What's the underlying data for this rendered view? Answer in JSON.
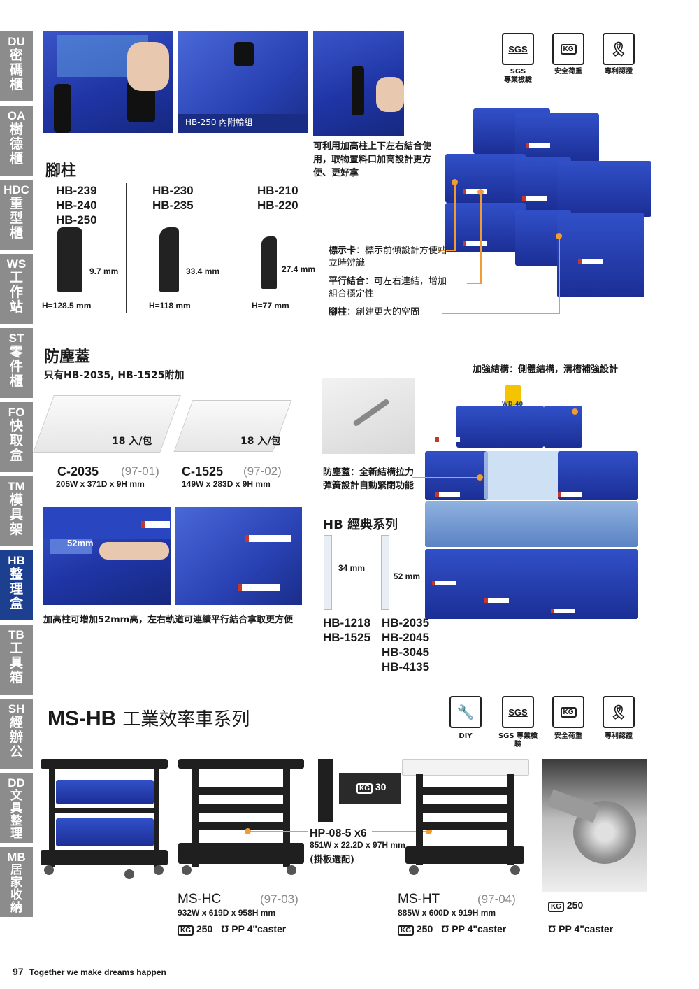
{
  "sidebar": [
    {
      "code": "DU",
      "name": "密碼櫃",
      "active": false
    },
    {
      "code": "OA",
      "name": "樹德櫃",
      "active": false
    },
    {
      "code": "HDC",
      "name": "重型櫃",
      "active": false
    },
    {
      "code": "WS",
      "name": "工作站",
      "active": false
    },
    {
      "code": "ST",
      "name": "零件櫃",
      "active": false
    },
    {
      "code": "FO",
      "name": "快取盒",
      "active": false
    },
    {
      "code": "TM",
      "name": "模具架",
      "active": false
    },
    {
      "code": "HB",
      "name": "整理盒",
      "active": true
    },
    {
      "code": "TB",
      "name": "工具箱",
      "active": false
    },
    {
      "code": "SH",
      "name": "經辦公",
      "active": false
    },
    {
      "code": "DD",
      "name": "文具整理",
      "active": false
    },
    {
      "code": "MB",
      "name": "居家收納",
      "active": false
    }
  ],
  "top": {
    "wheel_caption": "HB-250 內附輪組",
    "riser_text": "可利用加高柱上下左右結合使用，取物置料口加高設計更方便、更好拿",
    "certs": [
      {
        "icon": "SGS",
        "label_line1": "SGS",
        "label_line2": "專業檢驗"
      },
      {
        "icon": "KG",
        "label_line1": "安全荷重",
        "label_line2": ""
      },
      {
        "icon": "ribbon",
        "label_line1": "專利認證",
        "label_line2": ""
      }
    ]
  },
  "feet": {
    "title": "腳柱",
    "groups": [
      {
        "models": [
          "HB-239",
          "HB-240",
          "HB-250"
        ],
        "width": "9.7 mm",
        "height": "H=128.5 mm"
      },
      {
        "models": [
          "HB-230",
          "HB-235"
        ],
        "width": "33.4 mm",
        "height": "H=118 mm"
      },
      {
        "models": [
          "HB-210",
          "HB-220"
        ],
        "width": "27.4 mm",
        "height": "H=77 mm"
      }
    ]
  },
  "features": [
    {
      "term": "標示卡",
      "desc": "：標示前傾設計方便站立時辨識"
    },
    {
      "term": "平行結合",
      "desc": "：可左右連結，增加組合穩定性"
    },
    {
      "term": "腳柱",
      "desc": "：創建更大的空間"
    }
  ],
  "dust": {
    "title": "防塵蓋",
    "subtitle": "只有HB-2035, HB-1525附加",
    "items": [
      {
        "name": "C-2035",
        "code": "(97-01)",
        "dims": "205W x 371D x 9H mm",
        "pack": "18 入/包"
      },
      {
        "name": "C-1525",
        "code": "(97-02)",
        "dims": "149W x 283D x 9H mm",
        "pack": "18 入/包"
      }
    ],
    "spring_text": "防塵蓋：全新結構拉力彈簧設計自動緊閉功能",
    "riser_label": "52mm",
    "riser_desc": "加高柱可增加52mm高，左右軌道可連續平行結合拿取更方便",
    "strength": "加強結構：側體結構，溝槽補強設計",
    "wd_label": "WD-40"
  },
  "classic": {
    "title": "HB 經典系列",
    "dim_a": "34 mm",
    "dim_b": "52 mm",
    "col_a": [
      "HB-1218",
      "HB-1525"
    ],
    "col_b": [
      "HB-2035",
      "HB-2045",
      "HB-3045",
      "HB-4135"
    ]
  },
  "mshb": {
    "title_code": "MS-HB",
    "title_name": "工業效率車系列",
    "certs": [
      {
        "icon": "wrench",
        "label": "DIY"
      },
      {
        "icon": "SGS",
        "label": "SGS 專業檢驗"
      },
      {
        "icon": "KG",
        "label": "安全荷重"
      },
      {
        "icon": "ribbon",
        "label": "專利認證"
      }
    ],
    "panel_kg": "30",
    "panel_name": "HP-08-5 x6",
    "panel_dims": "851W x 22.2D x 97H mm",
    "panel_note": "(掛板選配)",
    "carts": [
      {
        "name": "MS-HC",
        "code": "(97-03)",
        "dims": "932W x 619D x 958H mm",
        "load": "250",
        "caster": "PP 4\"caster"
      },
      {
        "name": "MS-HT",
        "code": "(97-04)",
        "dims": "885W x 600D x 919H mm",
        "load": "250",
        "caster": "PP 4\"caster"
      }
    ],
    "caster_load": "250",
    "caster_text": "PP 4\"caster",
    "kg": "KG"
  },
  "footer": {
    "page": "97",
    "slogan": "Together we make dreams happen"
  }
}
